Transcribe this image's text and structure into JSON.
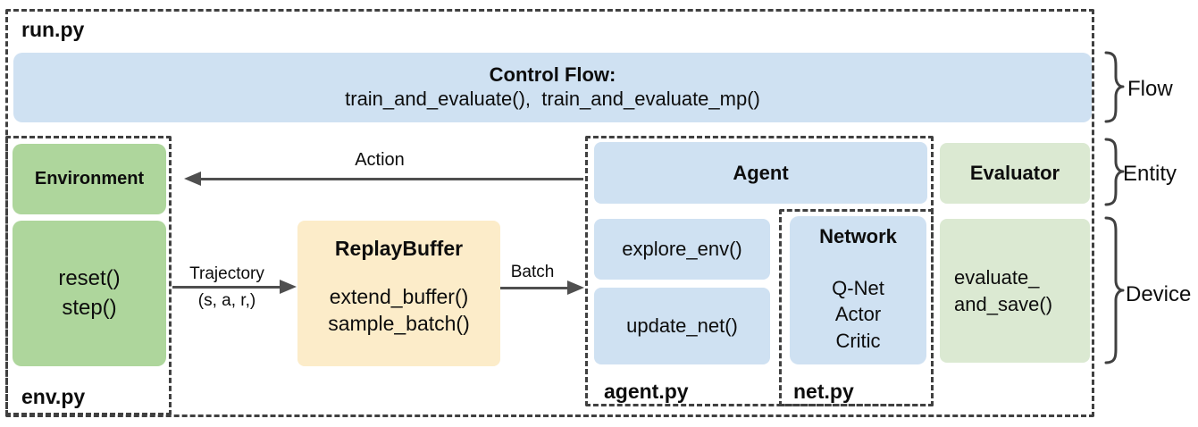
{
  "run": {
    "label": "run.py"
  },
  "control_flow": {
    "title": "Control Flow:",
    "line2": "train_and_evaluate(),  train_and_evaluate_mp()"
  },
  "environment": {
    "title": "Environment",
    "line1": "reset()",
    "line2": "step()",
    "file": "env.py"
  },
  "replay_buffer": {
    "title": "ReplayBuffer",
    "line1": "extend_buffer()",
    "line2": "sample_batch()"
  },
  "agent": {
    "title": "Agent",
    "method1": "explore_env()",
    "method2": "update_net()",
    "file": "agent.py"
  },
  "network": {
    "title": "Network",
    "line1": "Q-Net",
    "line2": "Actor",
    "line3": "Critic",
    "file": "net.py"
  },
  "evaluator": {
    "title": "Evaluator",
    "line1": "evaluate_",
    "line2": "and_save()"
  },
  "arrows": {
    "action": "Action",
    "trajectory": "Trajectory",
    "trajectory_sub": "(s, a, r,)",
    "batch": "Batch"
  },
  "side_labels": {
    "flow": "Flow",
    "entity": "Entity",
    "device": "Device"
  },
  "colors": {
    "blue": "#cfe1f2",
    "green": "#aed69c",
    "light_green": "#dbe9d2",
    "cream": "#fcecc9",
    "dash_gray": "#404040",
    "arrow_gray": "#4f4f4f"
  }
}
